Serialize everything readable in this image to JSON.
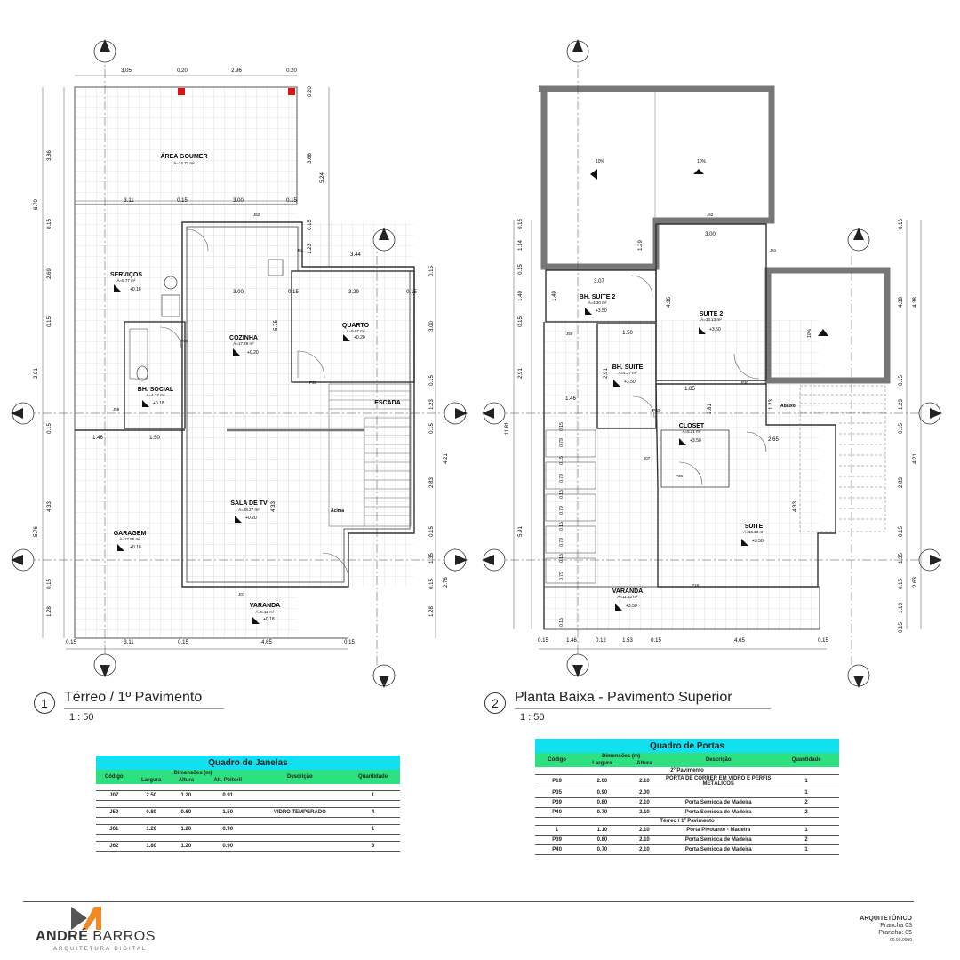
{
  "plan1": {
    "title": "Térreo / 1º Pavimento",
    "number": "1",
    "scale": "1 : 50",
    "top_dims": [
      "3.05",
      "0.20",
      "2.96",
      "0.20"
    ],
    "mid_dims": [
      "3.11",
      "0.15",
      "3.00",
      "0.15"
    ],
    "bottom_dims": [
      "0.15",
      "3.11",
      "0.15",
      "4.65",
      "0.15"
    ],
    "left_dims": [
      "3.86",
      "6.70",
      "0.15",
      "2.69",
      "0.15",
      "2.91",
      "0.15",
      "4.33",
      "5.76",
      "0.15",
      "1.28"
    ],
    "right_dims": [
      "0.20",
      "3.66",
      "5.24",
      "0.15",
      "1.23",
      "0.15",
      "3.00",
      "0.15",
      "1.23",
      "0.15",
      "4.21",
      "0.15",
      "1.35",
      "0.15",
      "2.78",
      "1.28"
    ],
    "inner_dims": [
      "3.44",
      "3.00",
      "0.15",
      "3.29",
      "0.15",
      "1.46",
      "1.50",
      "5.75",
      "4.33",
      "2.83"
    ],
    "rooms": [
      {
        "name": "ÁREA GOUMER",
        "area": "Á=24.77 m²",
        "level": ""
      },
      {
        "name": "SERVIÇOS",
        "area": "Á=5.77 m²",
        "level": "+0.18"
      },
      {
        "name": "COZINHA",
        "area": "Á=17.29 m²",
        "level": "+0.20"
      },
      {
        "name": "QUARTO",
        "area": "Á=9.87 m²",
        "level": "+0.20"
      },
      {
        "name": "BH. SOCIAL",
        "area": "Á=4.37 m²",
        "level": "+0.18"
      },
      {
        "name": "ESCADA",
        "area": "",
        "level": ""
      },
      {
        "name": "SALA DE TV",
        "area": "Á=28.27 m²",
        "level": "+0.20"
      },
      {
        "name": "GARAGEM",
        "area": "Á=17.96 m²",
        "level": "+0.18"
      },
      {
        "name": "VARANDA",
        "area": "Á=5.12 m²",
        "level": "+0.18"
      }
    ],
    "labels": {
      "acima": "Acima",
      "j62": "J62",
      "j61": "J61",
      "j59": "J59",
      "j07": "J07",
      "p30": "P30",
      "p40": "P40"
    }
  },
  "plan2": {
    "title": "Planta Baixa - Pavimento Superior",
    "number": "2",
    "scale": "1 : 50",
    "bottom_dims": [
      "0.15",
      "1.46",
      "0.12",
      "1.53",
      "0.15",
      "4.65",
      "0.15"
    ],
    "left_dims": [
      "0.15",
      "1.14",
      "0.15",
      "1.40",
      "0.15",
      "2.91",
      "11.81",
      "5.91"
    ],
    "right_dims": [
      "0.15",
      "4.38",
      "4.38",
      "0.15",
      "1.23",
      "0.15",
      "4.21",
      "2.83",
      "0.15",
      "1.35",
      "0.15",
      "2.63",
      "1.13",
      "0.15"
    ],
    "inner_dims": [
      "3.00",
      "3.07",
      "1.50",
      "1.85",
      "2.65",
      "1.46",
      "1.29",
      "4.36",
      "2.81",
      "4.33",
      "1.40",
      "2.91",
      "1.23"
    ],
    "col_dims": [
      "0.15",
      "0.79",
      "0.15",
      "0.79",
      "0.15",
      "0.79",
      "0.15",
      "0.79",
      "0.15",
      "0.79",
      "0.15"
    ],
    "slopes": [
      "10%",
      "10%",
      "10%"
    ],
    "rooms": [
      {
        "name": "BH. SUITE 2",
        "area": "Á=4.30 m²",
        "level": "+3.50"
      },
      {
        "name": "SUITE 2",
        "area": "Á=13.13 m²",
        "level": "+3.50"
      },
      {
        "name": "BH. SUITE",
        "area": "Á=4.37 m²",
        "level": "+3.50"
      },
      {
        "name": "CLOSET",
        "area": "Á=5.21 m²",
        "level": "+3.50"
      },
      {
        "name": "SUITE",
        "area": "Á=16.38 m²",
        "level": "+3.50"
      },
      {
        "name": "VARANDA",
        "area": "Á=11.52 m²",
        "level": "+3.50"
      }
    ],
    "labels": {
      "abaixo": "Abaixo",
      "j62": "J62",
      "j61": "J61",
      "j59": "J59",
      "j07": "J07",
      "p30": "P30",
      "p35": "P35",
      "p40": "P40",
      "p19": "P19"
    }
  },
  "janelas": {
    "title": "Quadro de Janelas",
    "headers": {
      "codigo": "Código",
      "dimensoes": "Dimensões (m)",
      "largura": "Largura",
      "altura": "Altura",
      "peitoril": "Alt. Peitoril",
      "descricao": "Descrição",
      "quantidade": "Quantidade"
    },
    "rows": [
      {
        "codigo": "J07",
        "largura": "2.50",
        "altura": "1.20",
        "peitoril": "0.91",
        "descricao": "",
        "quantidade": "1"
      },
      {
        "codigo": "J59",
        "largura": "0.80",
        "altura": "0.60",
        "peitoril": "1.50",
        "descricao": "VIDRO TEMPERADO",
        "quantidade": "4"
      },
      {
        "codigo": "J61",
        "largura": "1.20",
        "altura": "1.20",
        "peitoril": "0.90",
        "descricao": "",
        "quantidade": "1"
      },
      {
        "codigo": "J62",
        "largura": "1.80",
        "altura": "1.20",
        "peitoril": "0.90",
        "descricao": "",
        "quantidade": "3"
      }
    ]
  },
  "portas": {
    "title": "Quadro de Portas",
    "headers": {
      "codigo": "Código",
      "dimensoes": "Dimensões (m)",
      "largura": "Largura",
      "altura": "Altura",
      "descricao": "Descrição",
      "quantidade": "Quantidade"
    },
    "groups": [
      {
        "name": "2º Pavimento",
        "rows": [
          {
            "codigo": "P19",
            "largura": "2.00",
            "altura": "2.10",
            "descricao": "PORTA DE CORRER EM VIDRO E PERFIS METÁLICOS",
            "quantidade": "1"
          },
          {
            "codigo": "P35",
            "largura": "0.90",
            "altura": "2.00",
            "descricao": "",
            "quantidade": "1"
          },
          {
            "codigo": "P39",
            "largura": "0.80",
            "altura": "2.10",
            "descricao": "Porta Semioca de Madeira",
            "quantidade": "2"
          },
          {
            "codigo": "P40",
            "largura": "0.70",
            "altura": "2.10",
            "descricao": "Porta Semioca de Madeira",
            "quantidade": "2"
          }
        ]
      },
      {
        "name": "Térreo / 1º Pavimento",
        "rows": [
          {
            "codigo": "1",
            "largura": "1.10",
            "altura": "2.10",
            "descricao": "Porta Pivotante - Madeira",
            "quantidade": "1"
          },
          {
            "codigo": "P39",
            "largura": "0.80",
            "altura": "2.10",
            "descricao": "Porta Semioca de Madeira",
            "quantidade": "2"
          },
          {
            "codigo": "P40",
            "largura": "0.70",
            "altura": "2.10",
            "descricao": "Porta Semioca de Madeira",
            "quantidade": "1"
          }
        ]
      }
    ]
  },
  "brand": {
    "name_bold": "ANDRÉ",
    "name_light": " BARROS",
    "subtitle": "ARQUITETURA DIGITAL"
  },
  "sheet": {
    "discipline": "ARQUITETÔNICO",
    "prancha": "Prancha 03",
    "prancha_total": "Prancha: 05",
    "code": "00.00.0000"
  },
  "colors": {
    "table_title": "#10e0f0",
    "table_header": "#2de080",
    "marker_red": "#e01010",
    "logo_orange": "#f08a24",
    "logo_gray": "#555555"
  }
}
